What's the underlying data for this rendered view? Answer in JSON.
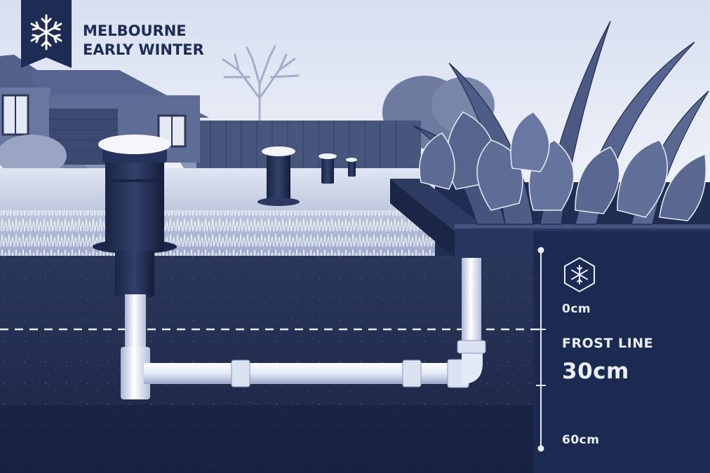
{
  "badge": {
    "icon": "snowflake-icon",
    "line1": "MELBOURNE",
    "line2": "EARLY WINTER"
  },
  "depth_scale": {
    "icon": "snowflake-icon",
    "top_label": "0cm",
    "frost_title": "FROST LINE",
    "frost_value": "30cm",
    "bottom_label": "60cm"
  },
  "colors": {
    "sky": "#dfe5f3",
    "soil": "#1e2a4a",
    "panel": "#1c2a52",
    "pipe": "#e8edf8",
    "text": "#e9eefb",
    "navy": "#1d2b55"
  }
}
